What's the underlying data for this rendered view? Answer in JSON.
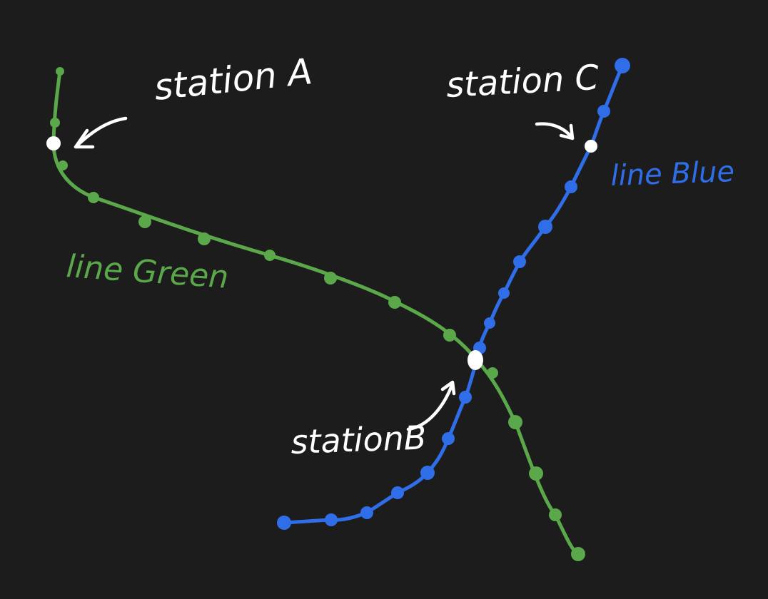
{
  "labels": {
    "station_a": "station A",
    "station_b": "stationB",
    "station_c": "station C",
    "line_green": "line Green",
    "line_blue": "line Blue"
  },
  "lines": {
    "green": {
      "name": "line Green",
      "color": "#5aa84a"
    },
    "blue": {
      "name": "line Blue",
      "color": "#2f6ee8"
    }
  },
  "station_color": "#ffffff",
  "background_color": "#1c1c1f"
}
